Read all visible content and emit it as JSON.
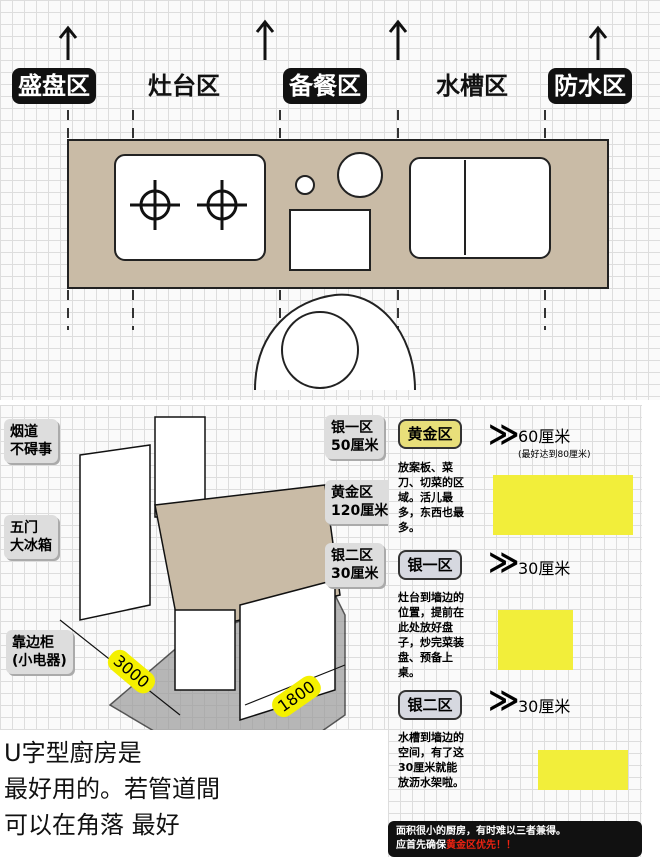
{
  "top_zones": [
    "盛盘区",
    "灶台区",
    "备餐区",
    "水槽区",
    "防水区"
  ],
  "left_diagram": {
    "callouts": {
      "flue": "烟道\n不碍事",
      "fridge": "五门\n大冰箱",
      "side_cabinet": "靠边柜\n(小电器)",
      "silver1": "银一区\n50厘米",
      "gold": "黄金区\n120厘米",
      "silver2": "银二区\n30厘米"
    },
    "dims": {
      "length": "3000",
      "width": "1800"
    }
  },
  "caption": [
    "U字型廚房是",
    "最好用的。若管道間",
    "可以在角落 最好"
  ],
  "right_panel": {
    "sections": [
      {
        "badge": "黄金区",
        "desc": "放案板、菜刀、切菜的区域。活儿最多，东西也最多。",
        "measure": "60厘米",
        "note": "(最好达到80厘米)"
      },
      {
        "badge": "银一区",
        "desc": "灶台到墙边的位置，提前在此处放好盘子，炒完菜装盘、预备上桌。",
        "measure": "30厘米",
        "note": ""
      },
      {
        "badge": "银二区",
        "desc": "水槽到墙边的空间，有了这30厘米就能放沥水架啦。",
        "measure": "30厘米",
        "note": ""
      }
    ],
    "footer_line1": "面积很小的厨房，有时难以三者兼得。",
    "footer_line2_prefix": "应首先确保",
    "footer_line2_highlight": "黄金区优先！！"
  }
}
